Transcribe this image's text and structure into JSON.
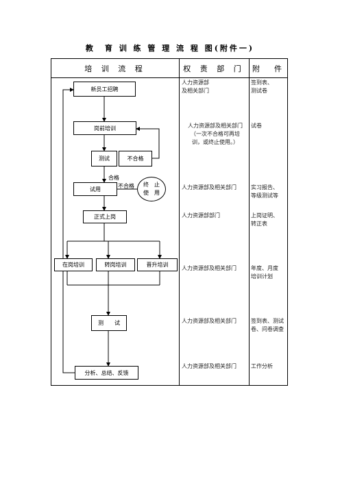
{
  "title": "教　育 训 练 管 理 流 程 图(附件一)",
  "headers": {
    "flow": "培 训 流 程",
    "dept": "权 责 部 门",
    "attach": "附　件"
  },
  "flow": {
    "new_hire": "新员工招聘",
    "pre_job": "岗前培训",
    "test1": "测试",
    "fail1": "不合格",
    "pass": "合格",
    "trial": "试用",
    "fail2": "不合格",
    "terminate_line1": "终　止",
    "terminate_line2": "使　用",
    "regular": "正式上岗",
    "onjob": "在岗培训",
    "transfer": "转岗培训",
    "promote": "晋升培训",
    "test2": "测　　试",
    "analysis": "分析、总结、反馈"
  },
  "rows": [
    {
      "dept": "人力资源部\n及相关部门",
      "attach": "签到表、\n测试卷"
    },
    {
      "dept": "人力资源部及相关部门\n（一次不合格可再培\n训，或终止使用。）",
      "attach": "试卷"
    },
    {
      "dept": "人力资源部及相关部门",
      "attach": "实习报告、\n等级测试等"
    },
    {
      "dept": "人力资源部部门",
      "attach": "上岗证明、\n转正表"
    },
    {
      "dept": "人力资源部及相关部门",
      "attach": "年度、月度\n培训计划"
    },
    {
      "dept": "人力资源部及相关部门",
      "attach": "签到表、测试\n卷、问卷调查"
    },
    {
      "dept": "人力资源部及相关部门",
      "attach": "工作分析"
    }
  ]
}
